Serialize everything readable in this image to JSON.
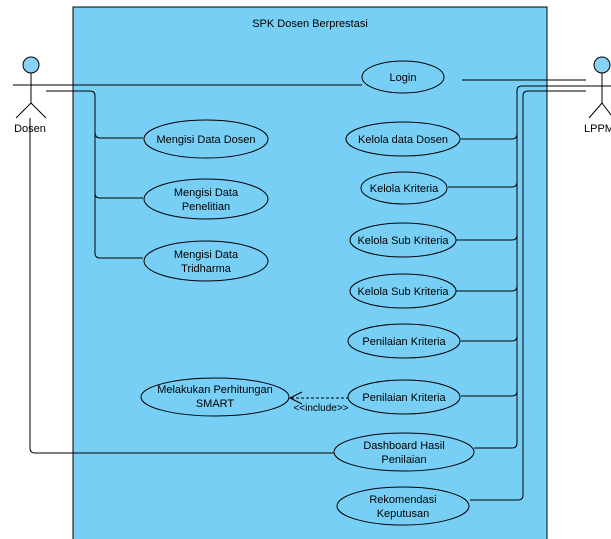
{
  "system": {
    "title": "SPK Dosen Berprestasi",
    "fill_color": "#77cff5",
    "stroke_color": "#000000"
  },
  "actors": {
    "left": {
      "name": "Dosen",
      "icon": "stick-figure-actor"
    },
    "right": {
      "name": "LPPM",
      "icon": "stick-figure-actor"
    }
  },
  "actor_colors": {
    "head": "#86d3f7",
    "stroke": "#000000"
  },
  "usecases": {
    "login": "Login",
    "mengisi_data_dosen": "Mengisi Data Dosen",
    "mengisi_data_penelitian": [
      "Mengisi Data",
      "Penelitian"
    ],
    "mengisi_data_tridharma": [
      "Mengisi Data",
      "Tridharma"
    ],
    "kelola_data_dosen": "Kelola data Dosen",
    "kelola_kriteria": "Kelola Kriteria",
    "kelola_sub_kriteria_1": "Kelola Sub Kriteria",
    "kelola_sub_kriteria_2": "Kelola Sub Kriteria",
    "penilaian_kriteria_1": "Penilaian Kriteria",
    "melakukan_perhitungan_smart": [
      "Melakukan Perhitungan",
      "SMART"
    ],
    "penilaian_kriteria_2": "Penilaian Kriteria",
    "dashboard_hasil_penilaian": [
      "Dashboard Hasil",
      "Penilaian"
    ],
    "rekomendasi_keputusan": [
      "Rekomendasi",
      "Keputusan"
    ]
  },
  "relations": {
    "include_label": "<<include>>"
  }
}
